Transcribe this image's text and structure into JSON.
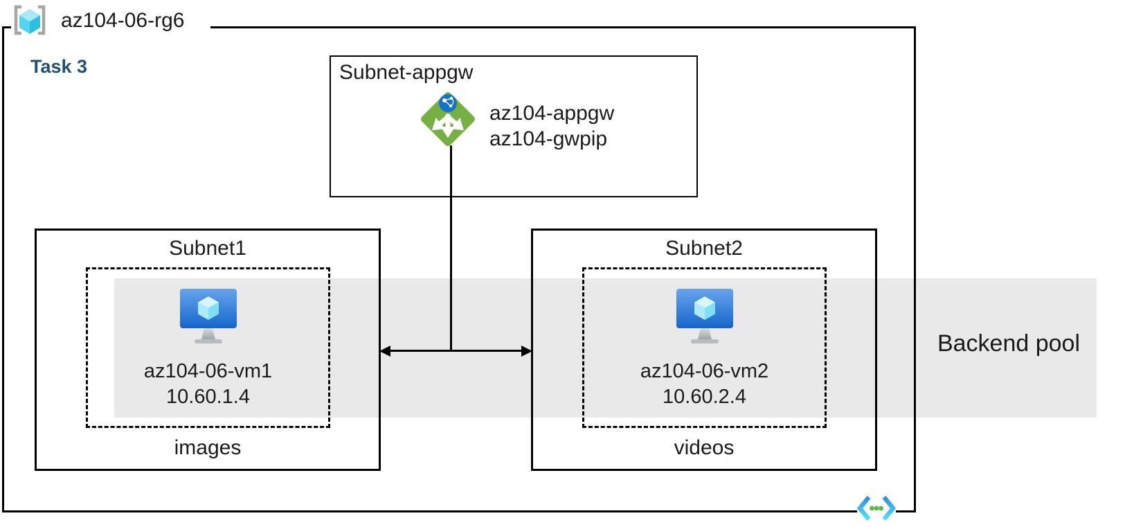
{
  "resource_group": {
    "icon": "resource-group-icon",
    "title": "az104-06-rg6",
    "task_label": "Task 3"
  },
  "appgw_subnet": {
    "title": "Subnet-appgw",
    "icon": "application-gateway-icon",
    "gateway_name": "az104-appgw",
    "public_ip_name": "az104-gwpip"
  },
  "subnet1": {
    "title": "Subnet1",
    "icon": "virtual-machine-icon",
    "vm_name": "az104-06-vm1",
    "vm_ip": "10.60.1.4",
    "caption": "images"
  },
  "subnet2": {
    "title": "Subnet2",
    "icon": "virtual-machine-icon",
    "vm_name": "az104-06-vm2",
    "vm_ip": "10.60.2.4",
    "caption": "videos"
  },
  "backend_pool": {
    "label": "Backend pool"
  },
  "footer_icon": "virtual-network-icon",
  "colors": {
    "task_text": "#1f4e79",
    "backend_band": "#e9e9e9",
    "appgw_green": "#76b043",
    "appgw_globe_blue": "#1273c9",
    "vm_screen_top": "#66a5ec",
    "vm_screen_bottom": "#1565cb",
    "cube_cyan_light": "#d9f6fd",
    "rg_cube_cyan": "#2bc0e4",
    "rg_bracket_gray": "#a6a6a6",
    "vnet_chevron_blue_top": "#2e8fe0",
    "vnet_chevron_blue_bottom": "#54e1f8",
    "vnet_dot_green": "#5cb844",
    "line": "#000000"
  }
}
